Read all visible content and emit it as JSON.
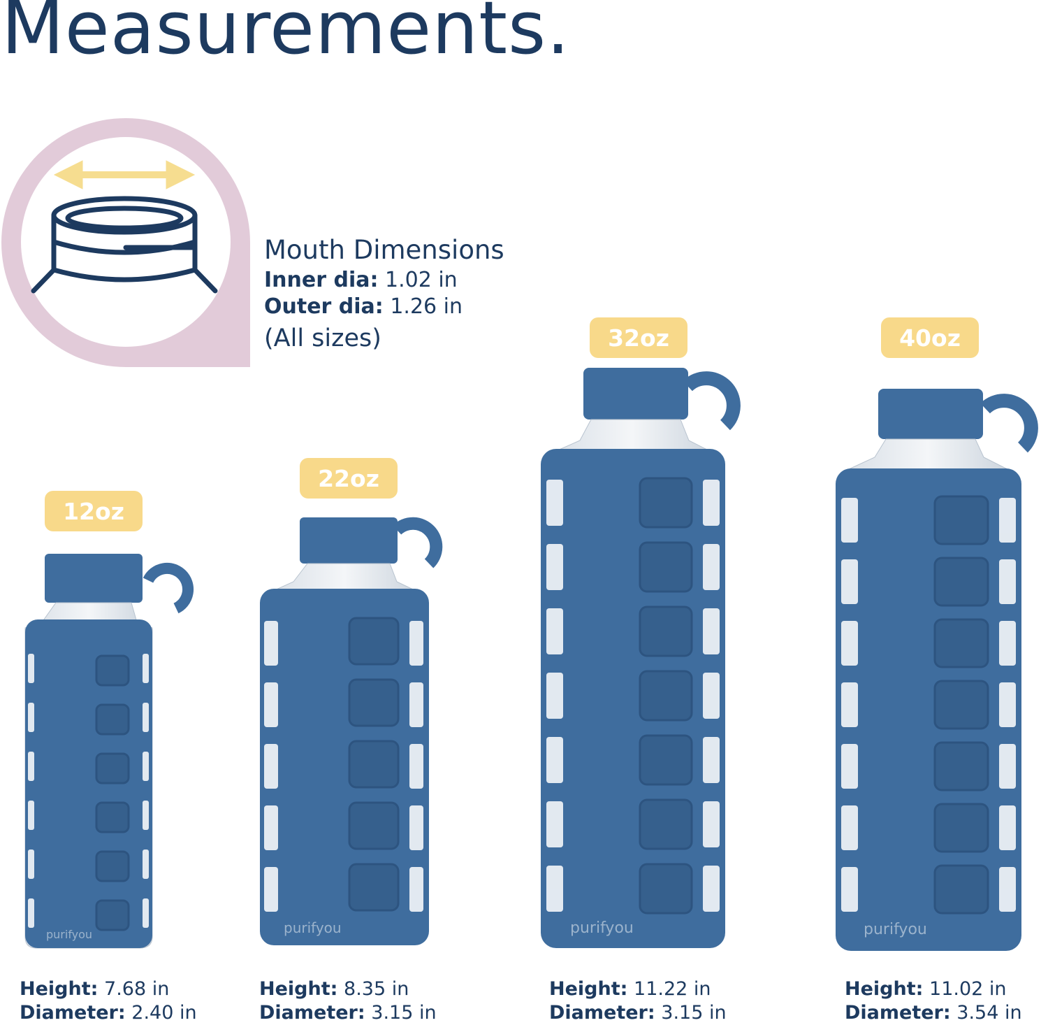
{
  "title": "Measurements.",
  "mouth": {
    "heading": "Mouth Dimensions",
    "inner_label": "Inner dia:",
    "inner_value": "1.02 in",
    "outer_label": "Outer dia:",
    "outer_value": "1.26 in",
    "note": "(All sizes)"
  },
  "colors": {
    "navy": "#1d3a5f",
    "sleeve": "#3f6d9e",
    "badge": "#f8d98a",
    "mouth_circle": "#e2cbd9",
    "arrow": "#f6dd90"
  },
  "bottles": [
    {
      "size": "12oz",
      "height_label": "Height:",
      "height_value": "7.68 in",
      "diameter_label": "Diameter:",
      "diameter_value": "2.40 in",
      "brand": "purifyou"
    },
    {
      "size": "22oz",
      "height_label": "Height:",
      "height_value": "8.35 in",
      "diameter_label": "Diameter:",
      "diameter_value": "3.15 in",
      "brand": "purifyou"
    },
    {
      "size": "32oz",
      "height_label": "Height:",
      "height_value": "11.22 in",
      "diameter_label": "Diameter:",
      "diameter_value": "3.15 in",
      "brand": "purifyou"
    },
    {
      "size": "40oz",
      "height_label": "Height:",
      "height_value": "11.02 in",
      "diameter_label": "Diameter:",
      "diameter_value": "3.54 in",
      "brand": "purifyou"
    }
  ]
}
